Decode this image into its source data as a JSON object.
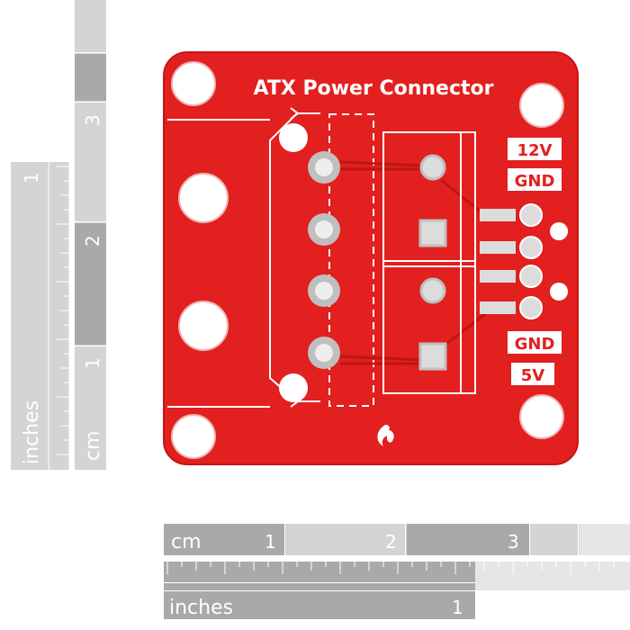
{
  "board": {
    "title": "ATX Power Connector",
    "labels": {
      "v12": "12V",
      "gnd_top": "GND",
      "gnd_bottom": "GND",
      "v5": "5V"
    },
    "colors": {
      "pcb": "#e2201f",
      "silkscreen": "#ffffff",
      "pad": "#dcdcdc",
      "pad_ring": "#bfbfbf"
    },
    "logo": "flame-logo"
  },
  "rulers": {
    "left_cm": {
      "unit": "cm",
      "labels": [
        "1",
        "2",
        "3"
      ]
    },
    "left_inches": {
      "unit": "inches",
      "labels": [
        "1"
      ]
    },
    "bottom_cm": {
      "unit": "cm",
      "labels": [
        "1",
        "2",
        "3"
      ]
    },
    "bottom_inches": {
      "unit": "inches",
      "labels": [
        "1"
      ]
    },
    "colors": {
      "light": "#d4d4d4",
      "dark": "#a9a9a9",
      "tick": "#ffffff",
      "text": "#ffffff"
    }
  }
}
